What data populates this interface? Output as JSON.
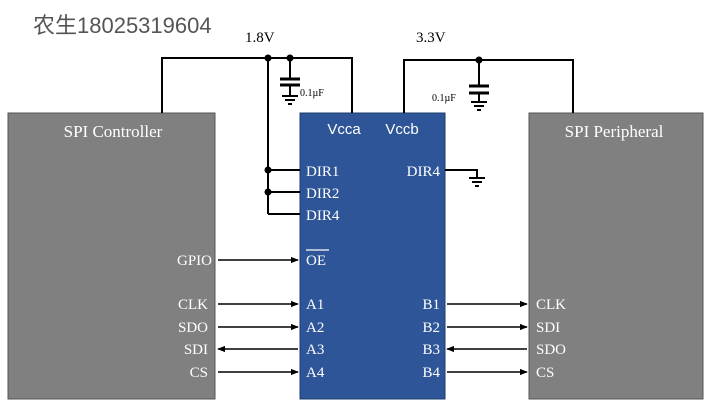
{
  "watermark": "农生18025319604",
  "supplies": {
    "low": "1.8V",
    "high": "3.3V"
  },
  "capacitors": {
    "left": "0.1µF",
    "right": "0.1µF"
  },
  "controller": {
    "title": "SPI Controller",
    "pins": [
      "GPIO",
      "CLK",
      "SDO",
      "SDI",
      "CS"
    ]
  },
  "peripheral": {
    "title": "SPI Peripheral",
    "pins": [
      "CLK",
      "SDI",
      "SDO",
      "CS"
    ]
  },
  "translator": {
    "vcca": "Vcca",
    "vccb": "Vccb",
    "left_dir": [
      "DIR1",
      "DIR2",
      "DIR4"
    ],
    "right_dir": "DIR4",
    "oe": "OE",
    "a_pins": [
      "A1",
      "A2",
      "A3",
      "A4"
    ],
    "b_pins": [
      "B1",
      "B2",
      "B3",
      "B4"
    ]
  },
  "colors": {
    "block_fill": "#808080",
    "chip_fill": "#2e5597",
    "wire": "#000000",
    "chip_text": "#ffffff"
  }
}
